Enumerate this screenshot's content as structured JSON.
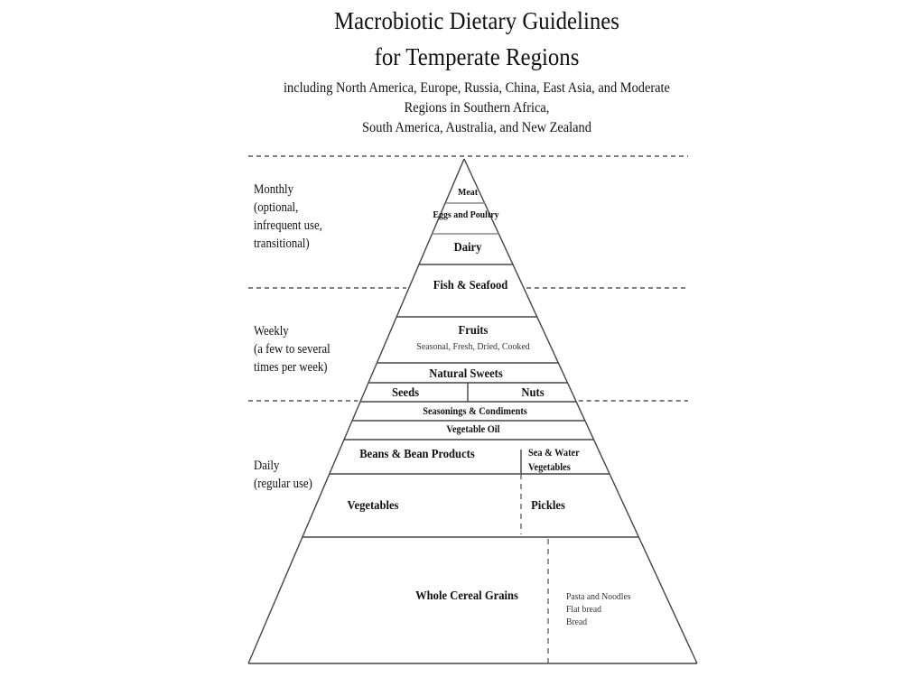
{
  "header": {
    "title_line1": "Macrobiotic Dietary Guidelines",
    "title_line2": "for Temperate Regions",
    "subtitle_line1": "including North America, Europe, Russia, China, East Asia, and Moderate",
    "subtitle_line2": "Regions in Southern Africa,",
    "subtitle_line3": "South America, Australia, and New Zealand"
  },
  "frequency": {
    "monthly": [
      "Monthly",
      "(optional,",
      "infrequent use,",
      "transitional)"
    ],
    "weekly": [
      "Weekly",
      "(a few to several",
      "times per week)"
    ],
    "daily": [
      "Daily",
      "(regular use)"
    ]
  },
  "pyramid": {
    "meat": "Meat",
    "eggs_poultry": "Eggs and Poultry",
    "dairy": "Dairy",
    "fish_seafood": "Fish & Seafood",
    "fruits": "Fruits",
    "fruits_detail": "Seasonal, Fresh, Dried, Cooked",
    "natural_sweets": "Natural Sweets",
    "seeds": "Seeds",
    "nuts": "Nuts",
    "seasonings": "Seasonings & Condiments",
    "vegetable_oil": "Vegetable Oil",
    "beans": "Beans & Bean Products",
    "sea_vegetables": [
      "Sea & Water",
      "Vegetables"
    ],
    "vegetables": "Vegetables",
    "pickles": "Pickles",
    "whole_grains": "Whole Cereal Grains",
    "grain_products": [
      "Pasta and Noodles",
      "Flat bread",
      "Bread"
    ]
  }
}
